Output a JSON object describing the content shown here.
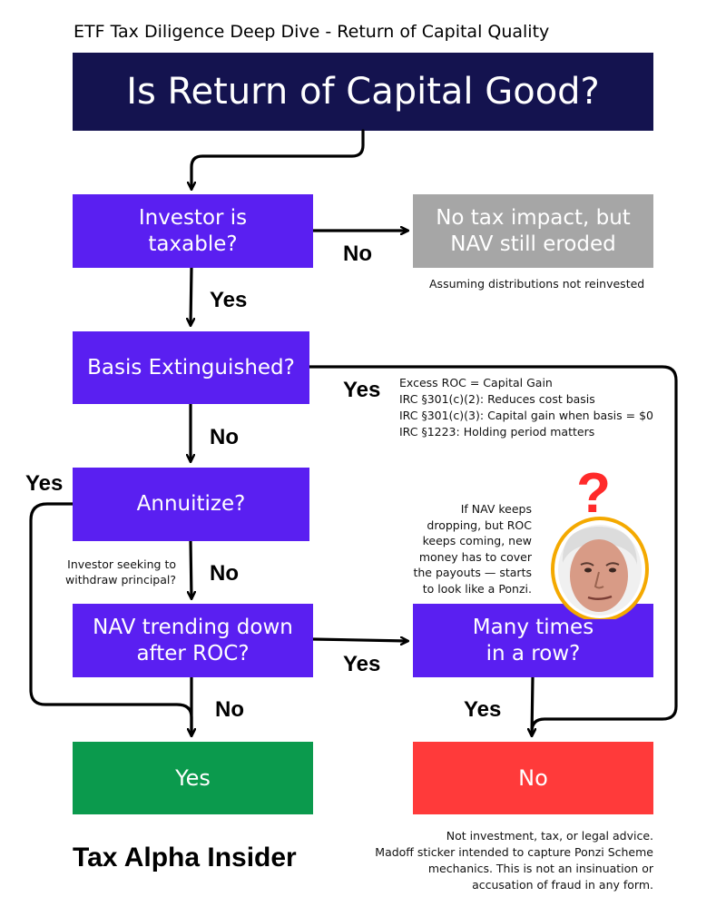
{
  "header": {
    "subtitle": "ETF Tax Diligence Deep Dive - Return of Capital Quality",
    "title": "Is Return of Capital Good?"
  },
  "nodes": {
    "taxable": "Investor is\ntaxable?",
    "no_tax": "No tax impact, but\nNAV still eroded",
    "basis": "Basis Extinguished?",
    "annuitize": "Annuitize?",
    "nav_trend": "NAV trending down\nafter ROC?",
    "many_times": "Many times\nin a row?",
    "yes_outcome": "Yes",
    "no_outcome": "No"
  },
  "edge_labels": {
    "taxable_no": "No",
    "taxable_yes": "Yes",
    "basis_yes": "Yes",
    "basis_no": "No",
    "annuitize_yes": "Yes",
    "annuitize_no": "No",
    "nav_yes": "Yes",
    "nav_no": "No",
    "many_yes": "Yes"
  },
  "notes": {
    "distributions": "Assuming distributions not reinvested",
    "basis_1": "Excess ROC = Capital Gain",
    "basis_2": "IRC §301(c)(2): Reduces cost basis",
    "basis_3": "IRC §301(c)(3): Capital gain when basis = $0",
    "basis_4": "IRC §1223: Holding period matters",
    "withdraw": "Investor seeking to\nwithdraw principal?",
    "ponzi": "If NAV keeps\ndropping, but ROC\nkeeps coming, new\nmoney has to cover\nthe payouts — starts\nto look like a Ponzi.",
    "disclaimer_1": "Not investment, tax, or legal advice.",
    "disclaimer_2": "Madoff sticker intended to capture Ponzi Scheme",
    "disclaimer_3": "mechanics. This is not an insinuation or",
    "disclaimer_4": "accusation of fraud in any form."
  },
  "brand": "Tax Alpha Insider",
  "sticker": {
    "symbol": "?",
    "icon": "question-mark-sticker-icon"
  },
  "colors": {
    "title_bg": "#14134f",
    "decision": "#5a1ff1",
    "neutral": "#a6a6a6",
    "good": "#0b9a4d",
    "bad": "#ff3a3a"
  }
}
